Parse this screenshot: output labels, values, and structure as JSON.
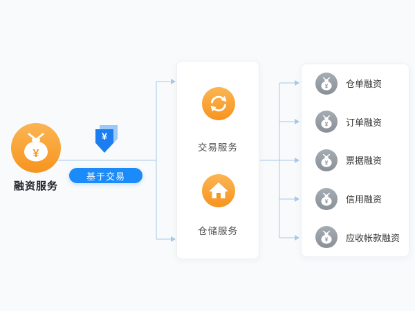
{
  "icons": {
    "currency_symbol": "¥"
  },
  "colors": {
    "background": "#f8fafb",
    "orange_top": "#fbb553",
    "orange_bottom": "#f7941f",
    "blue_accent": "#1b8bfa",
    "blue_arrow_light": "#9cc9f7",
    "connector_line": "#a8c8e8",
    "gray_icon_top": "#a6acb3",
    "gray_icon_bottom": "#8a9097",
    "card_background": "#ffffff",
    "text_dark": "#20242a",
    "text_body": "#333333"
  },
  "source": {
    "label": "融资服务",
    "icon": "money-bag-icon"
  },
  "transfer": {
    "pill_label": "基于交易",
    "icon": "yuan-transfer-arrow-icon"
  },
  "services_card": {
    "items": [
      {
        "label": "交易服务",
        "icon": "exchange-icon"
      },
      {
        "label": "仓储服务",
        "icon": "warehouse-icon"
      }
    ]
  },
  "financing_card": {
    "items": [
      {
        "label": "仓单融资",
        "icon": "money-bag-icon"
      },
      {
        "label": "订单融资",
        "icon": "money-bag-icon"
      },
      {
        "label": "票据融资",
        "icon": "money-bag-icon"
      },
      {
        "label": "信用融资",
        "icon": "money-bag-icon"
      },
      {
        "label": "应收帐款融资",
        "icon": "money-bag-icon"
      }
    ]
  }
}
